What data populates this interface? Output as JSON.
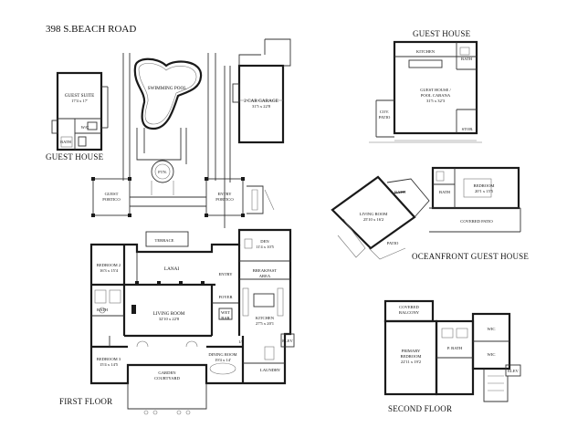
{
  "title": "398 S.BEACH ROAD",
  "sections": {
    "guest_house_left": "GUEST HOUSE",
    "guest_house_top": "GUEST HOUSE",
    "oceanfront": "OCEANFRONT GUEST HOUSE",
    "first_floor": "FIRST FLOOR",
    "second_floor": "SECOND FLOOR"
  },
  "rooms": {
    "guest_suite": {
      "name": "GUEST SUITE",
      "dim": "17'4 x 17'"
    },
    "wc_suite": "W/C",
    "bath_suite": "BATH",
    "swimming_pool": "SWIMMING POOL",
    "garage": {
      "name": "2 CAR GARAGE",
      "dim": "31'5 x 22'8"
    },
    "ftn": "FTN.",
    "guest_portico": {
      "l1": "GUEST",
      "l2": "PORTICO"
    },
    "entry_portico": {
      "l1": "ENTRY",
      "l2": "PORTICO"
    },
    "terrace": "TERRACE",
    "lanai": "LANAI",
    "den": {
      "name": "DEN",
      "dim": "11'4 x 10'5"
    },
    "breakfast": {
      "l1": "BREAKFAST",
      "l2": "AREA"
    },
    "entry": "ENTRY",
    "foyer": "FOYER",
    "bedroom2": {
      "name": "BEDROOM 2",
      "dim": "16'3 x 15'4"
    },
    "bath_b2": "BATH",
    "living": {
      "name": "LIVING ROOM",
      "dim": "32'10 x 22'8"
    },
    "wet_bar": {
      "l1": "WET",
      "l2": "BAR"
    },
    "kitchen": {
      "name": "KITCHEN",
      "dim": "27'5 x 20'1"
    },
    "elev": "ELEV",
    "bedroom3": {
      "name": "BEDROOM 3",
      "dim": "15'4 x 14'5"
    },
    "garden": {
      "l1": "GARDEN",
      "l2": "COURTYARD"
    },
    "dining": {
      "name": "DINING ROOM",
      "dim": "19'4 x 14'"
    },
    "half_bath": "1/2",
    "laundry": "LAUNDRY",
    "kitchen_gh": "KITCHEN",
    "bath_gh": "BATH",
    "cabana": {
      "l1": "GUEST HOUSE /",
      "l2": "POOL CABANA",
      "dim": "31'5 x 32'3"
    },
    "cov_patio": {
      "l1": "COV.",
      "l2": "PATIO"
    },
    "stor": "STOR.",
    "bath_ofw": "BATH",
    "bath_of": "BATH",
    "bedroom_of": {
      "name": "BEDROOM",
      "dim": "20'1 x 15'5"
    },
    "living_of": {
      "name": "LIVING ROOM",
      "dim": "25'10 x 16'2"
    },
    "covered_patio": "COVERED PATIO",
    "patio": "PATIO",
    "covered_balcony": {
      "l1": "COVERED",
      "l2": "BALCONY"
    },
    "primary": {
      "l1": "PRIMARY",
      "l2": "BEDROOM",
      "dim": "22'11 x 19'2"
    },
    "p_bath": "P. BATH",
    "wic1": "WIC",
    "wic2": "WIC",
    "elev2": "ELEV"
  }
}
